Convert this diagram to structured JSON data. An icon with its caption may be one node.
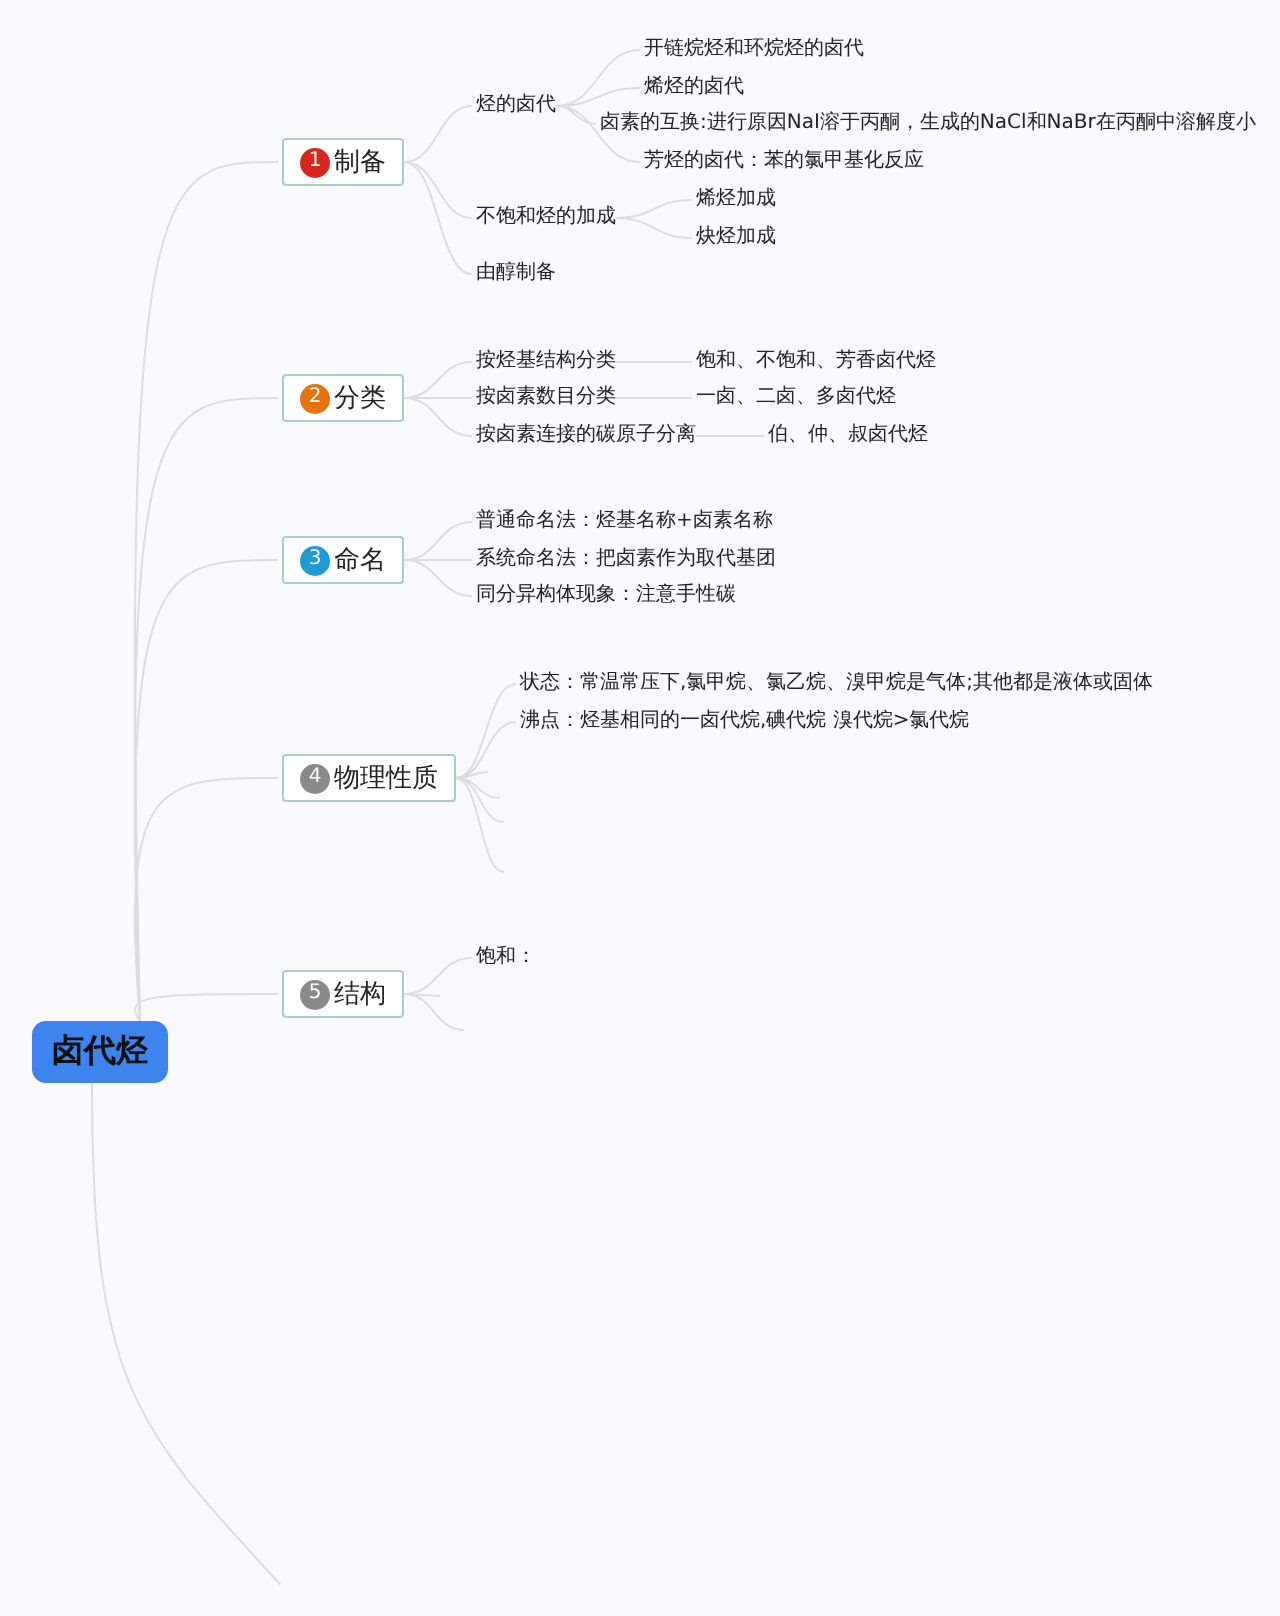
{
  "diagram": {
    "nodes": [
      {
        "text": [
          "卤代烃"
        ]
      },
      {
        "text": [
          "1",
          "制备"
        ]
      },
      {
        "text": [
          "烃的卤代"
        ]
      },
      {
        "text": [
          "开链烷烃和环烷烃的卤代"
        ]
      },
      {
        "text": [
          "烯烃的卤代"
        ]
      },
      {
        "text": [
          "卤素的互换:进行原因NaI溶于丙酮，生成的NaCl和NaBr在丙酮中溶解度小"
        ]
      },
      {
        "text": [
          "芳烃的卤代：苯的氯甲基化反应"
        ]
      },
      {
        "text": [
          "不饱和烃的加成"
        ]
      },
      {
        "text": [
          "烯烃加成"
        ]
      },
      {
        "text": [
          "炔烃加成"
        ]
      },
      {
        "text": [
          "由醇制备"
        ]
      },
      {
        "text": [
          "2",
          "分类"
        ]
      },
      {
        "text": [
          "按烃基结构分类"
        ]
      },
      {
        "text": [
          "饱和、不饱和、芳香卤代烃"
        ]
      },
      {
        "text": [
          "按卤素数目分类"
        ]
      },
      {
        "text": [
          "一卤、二卤、多卤代烃"
        ]
      },
      {
        "text": [
          "按卤素连接的碳原子分离"
        ]
      },
      {
        "text": [
          "伯、仲、叔卤代烃"
        ]
      },
      {
        "text": [
          "3",
          "命名"
        ]
      },
      {
        "text": [
          "普通命名法：烃基名称+卤素名称"
        ]
      },
      {
        "text": [
          "系统命名法：把卤素作为取代基团"
        ]
      },
      {
        "text": [
          "同分异构体现象：注意手性碳"
        ]
      },
      {
        "text": [
          "4",
          "物理性质"
        ]
      },
      {
        "text": [
          "状态：常温常压下,氯甲烷、氯乙烷、溴甲烷是气体;其他都是液体或固体"
        ]
      },
      {
        "text": [
          "沸点：烃基相同的一卤代烷,碘代烷 溴代烷>氯代烷"
        ]
      },
      {
        "text": [
          "5",
          "结构"
        ]
      },
      {
        "text": [
          "饱和："
        ]
      }
    ],
    "edges": [
      {
        "from": 0,
        "to": 1,
        "arrow": "none"
      },
      {
        "from": 0,
        "to": 11,
        "arrow": "none"
      },
      {
        "from": 0,
        "to": 18,
        "arrow": "none"
      },
      {
        "from": 0,
        "to": 22,
        "arrow": "none"
      },
      {
        "from": 0,
        "to": 25,
        "arrow": "none"
      },
      {
        "from": 0,
        "to": null,
        "arrow": "none"
      },
      {
        "from": 1,
        "to": 2,
        "arrow": "none"
      },
      {
        "from": 1,
        "to": 7,
        "arrow": "none"
      },
      {
        "from": 1,
        "to": 10,
        "arrow": "none"
      },
      {
        "from": 2,
        "to": 3,
        "arrow": "none"
      },
      {
        "from": 2,
        "to": 4,
        "arrow": "none"
      },
      {
        "from": 2,
        "to": 5,
        "arrow": "none"
      },
      {
        "from": 2,
        "to": 6,
        "arrow": "none"
      },
      {
        "from": 7,
        "to": 8,
        "arrow": "none"
      },
      {
        "from": 7,
        "to": 9,
        "arrow": "none"
      },
      {
        "from": 11,
        "to": 12,
        "arrow": "none"
      },
      {
        "from": 11,
        "to": 14,
        "arrow": "none"
      },
      {
        "from": 11,
        "to": 16,
        "arrow": "none"
      },
      {
        "from": 12,
        "to": 13,
        "arrow": "none"
      },
      {
        "from": 14,
        "to": 15,
        "arrow": "none"
      },
      {
        "from": 16,
        "to": 17,
        "arrow": "none"
      },
      {
        "from": 18,
        "to": 19,
        "arrow": "none"
      },
      {
        "from": 18,
        "to": 20,
        "arrow": "none"
      },
      {
        "from": 18,
        "to": 21,
        "arrow": "none"
      },
      {
        "from": 22,
        "to": 23,
        "arrow": "none"
      },
      {
        "from": 22,
        "to": 24,
        "arrow": "none"
      },
      {
        "from": 22,
        "to": null,
        "arrow": "none"
      },
      {
        "from": 22,
        "to": null,
        "arrow": "none"
      },
      {
        "from": 22,
        "to": null,
        "arrow": "none"
      },
      {
        "from": 22,
        "to": null,
        "arrow": "none"
      },
      {
        "from": 25,
        "to": 26,
        "arrow": "none"
      },
      {
        "from": 25,
        "to": null,
        "arrow": "none"
      },
      {
        "from": 25,
        "to": null,
        "arrow": "none"
      }
    ]
  }
}
